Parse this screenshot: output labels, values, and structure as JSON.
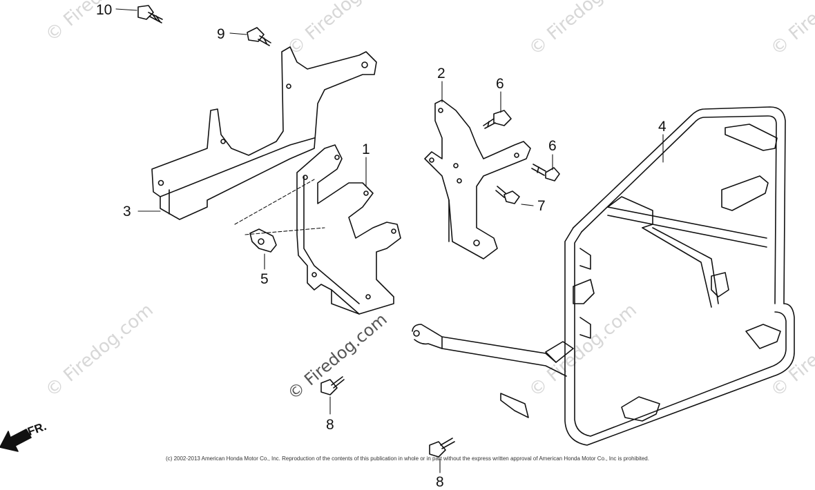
{
  "callouts": {
    "p1": "1",
    "p2": "2",
    "p3": "3",
    "p4": "4",
    "p5": "5",
    "p6a": "6",
    "p6b": "6",
    "p7": "7",
    "p8a": "8",
    "p8b": "8",
    "p9": "9",
    "p10": "10"
  },
  "watermark": {
    "text": "© Firedog.com",
    "text_short": "© Fire"
  },
  "direction_label": "FR.",
  "copyright": "(c) 2002-2013 American Honda Motor Co., Inc. Reproduction of the contents of this publication in whole or in part without the express written approval of American Honda Motor Co., Inc is prohibited.",
  "colors": {
    "line": "#111111",
    "watermark": "#d7d7d7"
  }
}
